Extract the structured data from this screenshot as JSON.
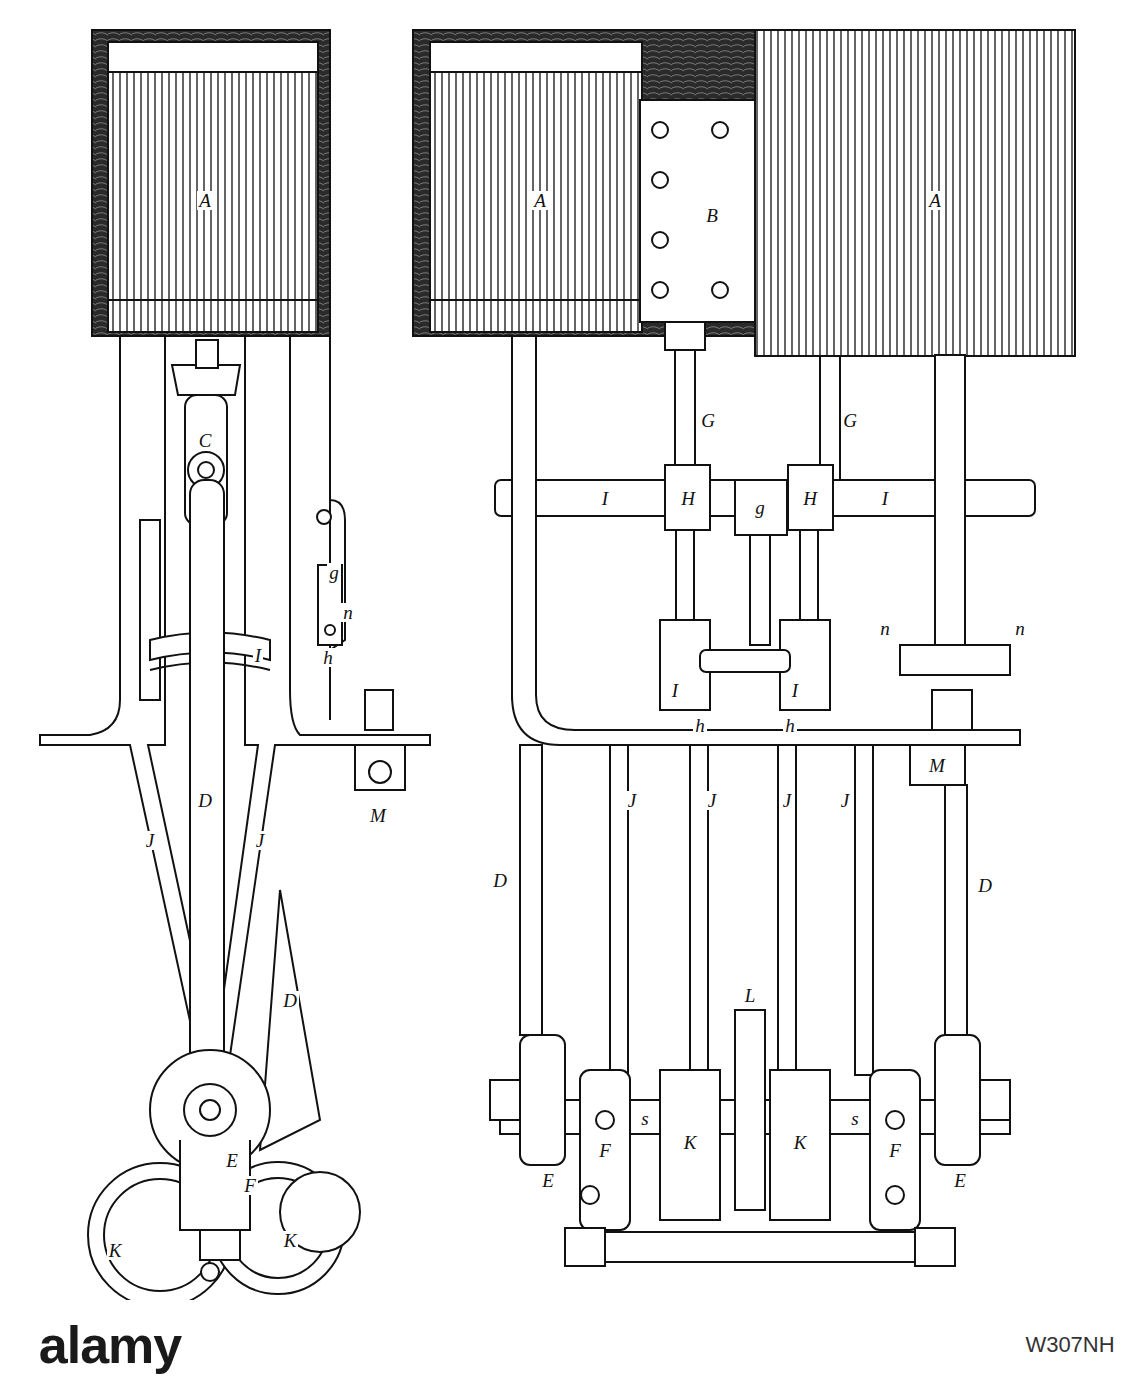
{
  "diagram": {
    "labels": [
      "A",
      "C",
      "g",
      "n",
      "h",
      "I",
      "D",
      "J",
      "J",
      "M",
      "D",
      "E",
      "F",
      "K",
      "K",
      "A",
      "B",
      "A",
      "G",
      "G",
      "H",
      "H",
      "I",
      "g",
      "I",
      "n",
      "n",
      "I",
      "I",
      "h",
      "h",
      "M",
      "D",
      "J",
      "J",
      "J",
      "J",
      "D",
      "L",
      "E",
      "F",
      "K",
      "K",
      "F",
      "E",
      "s",
      "s",
      "alamy",
      "W307NH"
    ]
  }
}
